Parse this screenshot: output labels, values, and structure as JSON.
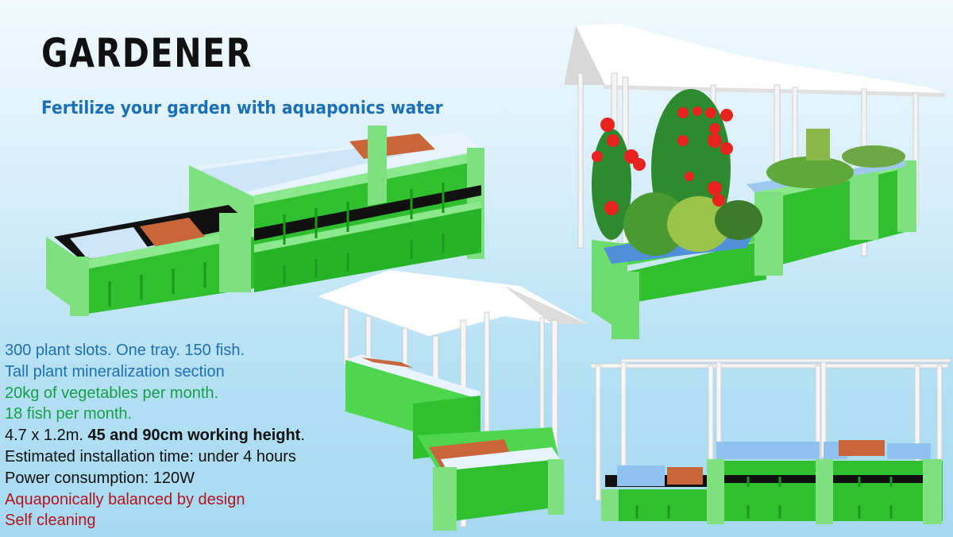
{
  "header": {
    "title": "GARDENER",
    "subtitle": "Fertilize your garden with aquaponics water"
  },
  "features": [
    {
      "text": "300 plant slots. One tray. 150 fish.",
      "color": "#1f6fb5"
    },
    {
      "text": "Tall plant mineralization section",
      "color": "#1f6fb5"
    },
    {
      "text": "20kg of vegetables per month.",
      "color": "#17a04a"
    },
    {
      "text": "18 fish per month.",
      "color": "#17a04a"
    },
    {
      "text_plain": "4.7 x 1.2m. ",
      "text_bold": "45 and 90cm working height",
      "text_end": ".",
      "color": "#111111"
    },
    {
      "text": "Estimated installation time: under 4 hours",
      "color": "#111111"
    },
    {
      "text": "Power consumption: 120W",
      "color": "#111111"
    },
    {
      "text": "Aquaponically balanced by design",
      "color": "#b3141e"
    },
    {
      "text": "Self cleaning",
      "color": "#b3141e"
    }
  ],
  "renders": [
    {
      "id": "bare-system",
      "description": "Tiered green grow-bed system without roof"
    },
    {
      "id": "planted-system-with-roof",
      "description": "Covered system planted with tomatoes and vegetables"
    },
    {
      "id": "roofed-system-angle",
      "description": "Roofed system viewed from the end"
    },
    {
      "id": "frame-system-side",
      "description": "System with open pipe frame, side view"
    }
  ],
  "colors": {
    "frame_green": "#7ee07e",
    "tank_green": "#2fbf2f",
    "raft_blue": "#7fb8ea",
    "media_orange": "#c8663a",
    "roof_white": "#ffffff",
    "tomato_red": "#e8221e"
  }
}
